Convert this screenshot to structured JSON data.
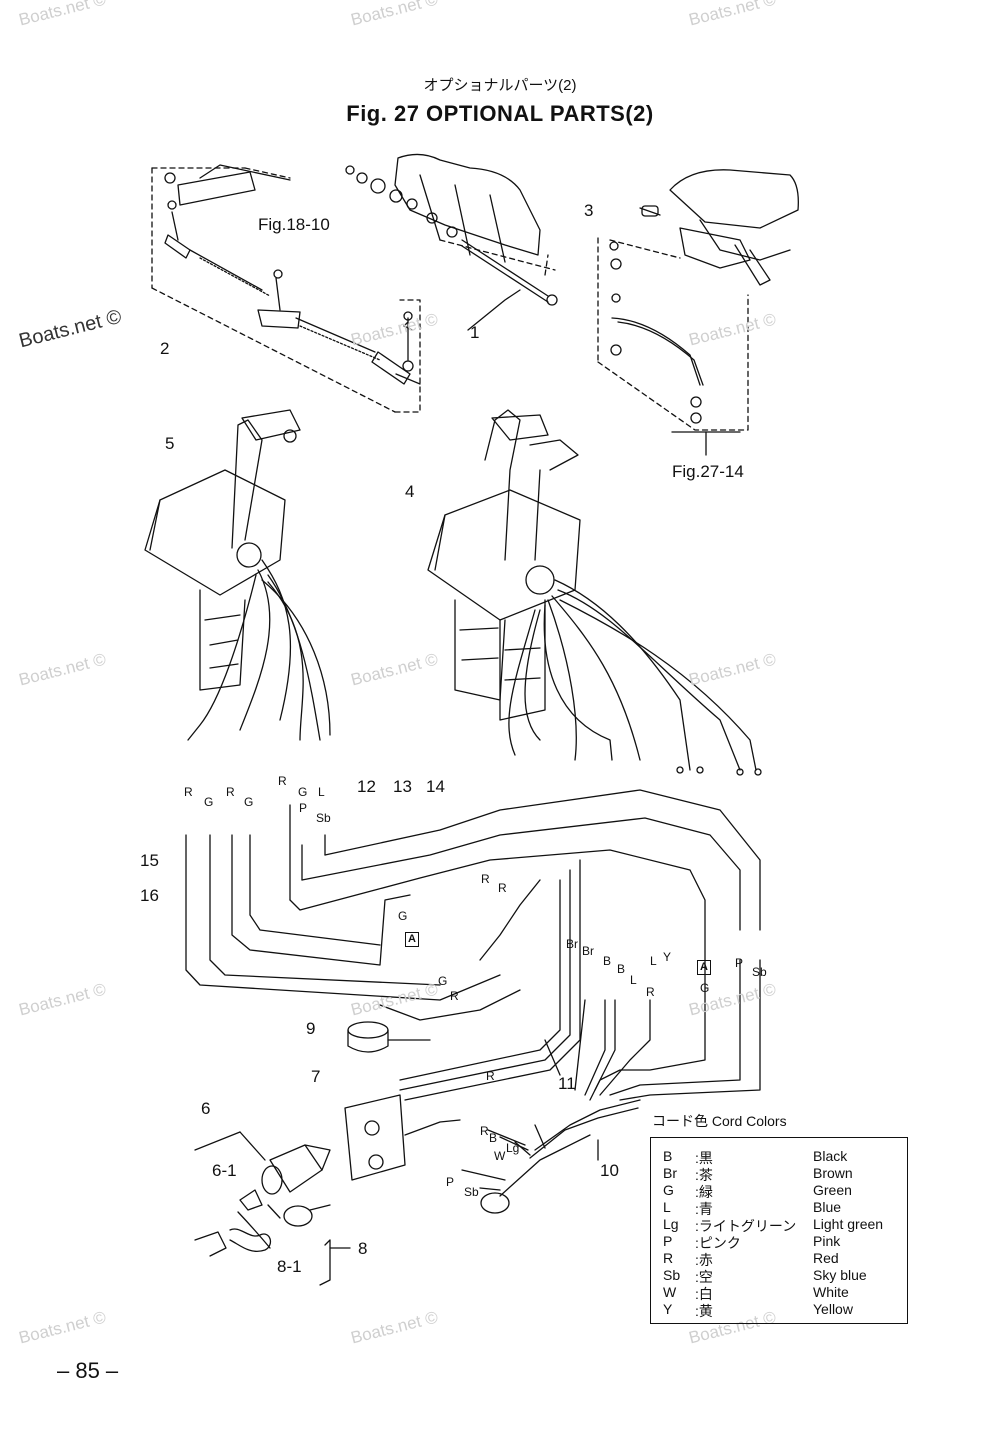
{
  "header": {
    "japanese_title": "オプショナルパーツ(2)",
    "title": "Fig. 27    OPTIONAL PARTS(2)"
  },
  "figure_references": {
    "fig_18_10": "Fig.18-10",
    "fig_27_14": "Fig.27-14"
  },
  "callouts": {
    "c1": "1",
    "c2": "2",
    "c3": "3",
    "c4": "4",
    "c5": "5",
    "c6": "6",
    "c6_1": "6-1",
    "c7": "7",
    "c8": "8",
    "c8_1": "8-1",
    "c9": "9",
    "c10": "10",
    "c11": "11",
    "c12": "12",
    "c13": "13",
    "c14": "14",
    "c15": "15",
    "c16": "16"
  },
  "wire_labels": {
    "r": "R",
    "g": "G",
    "p": "P",
    "l": "L",
    "sb": "Sb",
    "br": "Br",
    "b": "B",
    "y": "Y",
    "w": "W",
    "lg": "Lg",
    "box_a": "A"
  },
  "cord_colors": {
    "title": "コード色   Cord Colors",
    "rows": [
      {
        "abbr": "B",
        "ja": ":黒",
        "en": "Black"
      },
      {
        "abbr": "Br",
        "ja": ":茶",
        "en": "Brown"
      },
      {
        "abbr": "G",
        "ja": ":緑",
        "en": "Green"
      },
      {
        "abbr": "L",
        "ja": ":青",
        "en": "Blue"
      },
      {
        "abbr": "Lg",
        "ja": ":ライトグリーン",
        "en": "Light green"
      },
      {
        "abbr": "P",
        "ja": ":ピンク",
        "en": "Pink"
      },
      {
        "abbr": "R",
        "ja": ":赤",
        "en": "Red"
      },
      {
        "abbr": "Sb",
        "ja": ":空",
        "en": "Sky blue"
      },
      {
        "abbr": "W",
        "ja": ":白",
        "en": "White"
      },
      {
        "abbr": "Y",
        "ja": ":黄",
        "en": "Yellow"
      }
    ]
  },
  "watermark": {
    "text": "Boats.net ©",
    "color": "#cfcfcf"
  },
  "page_number": "– 85 –"
}
